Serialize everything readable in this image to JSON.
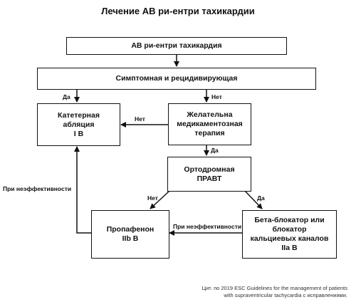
{
  "title": "Лечение АВ ри-ентри тахикардии",
  "nodes": {
    "avrt": "АВ ри-ентри тахикардия",
    "symptomatic": "Симптомная и рецидивирующая",
    "ablation": "Катетерная\nабляция\nI B",
    "drug_therapy": "Желательна\nмедикаментозная\nтерапия",
    "orthodromic": "Ортодромная\nПРАВТ",
    "propafenone": "Пропафенон\nIIb B",
    "beta_blocker": "Бета-блокатор или\nблокатор\nкальциевых каналов\nIIa B"
  },
  "edge_labels": {
    "yes_left": "Да",
    "yes_right": "Нет",
    "no_to_ablation": "Нет",
    "yes_to_orthodromic": "Да",
    "no_to_propafenone": "Нет",
    "yes_to_beta": "Да",
    "ineffective_left": "При неэффективности",
    "ineffective_bottom": "При неэффективности"
  },
  "citation": "Цит. по 2019 ESC Guidelines for the management of patients\nwith supraventricular tachycardia с исправлениями."
}
